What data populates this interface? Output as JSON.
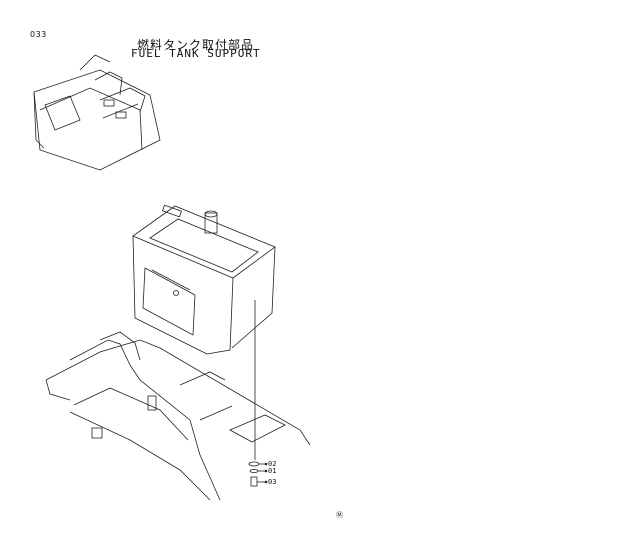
{
  "page": {
    "number": "033",
    "title_jp": "燃料タンク取付部品",
    "title_en": "FUEL TANK SUPPORT",
    "mark": "Ⓜ"
  },
  "callouts": [
    {
      "label": "02"
    },
    {
      "label": "01"
    },
    {
      "label": "03"
    }
  ]
}
